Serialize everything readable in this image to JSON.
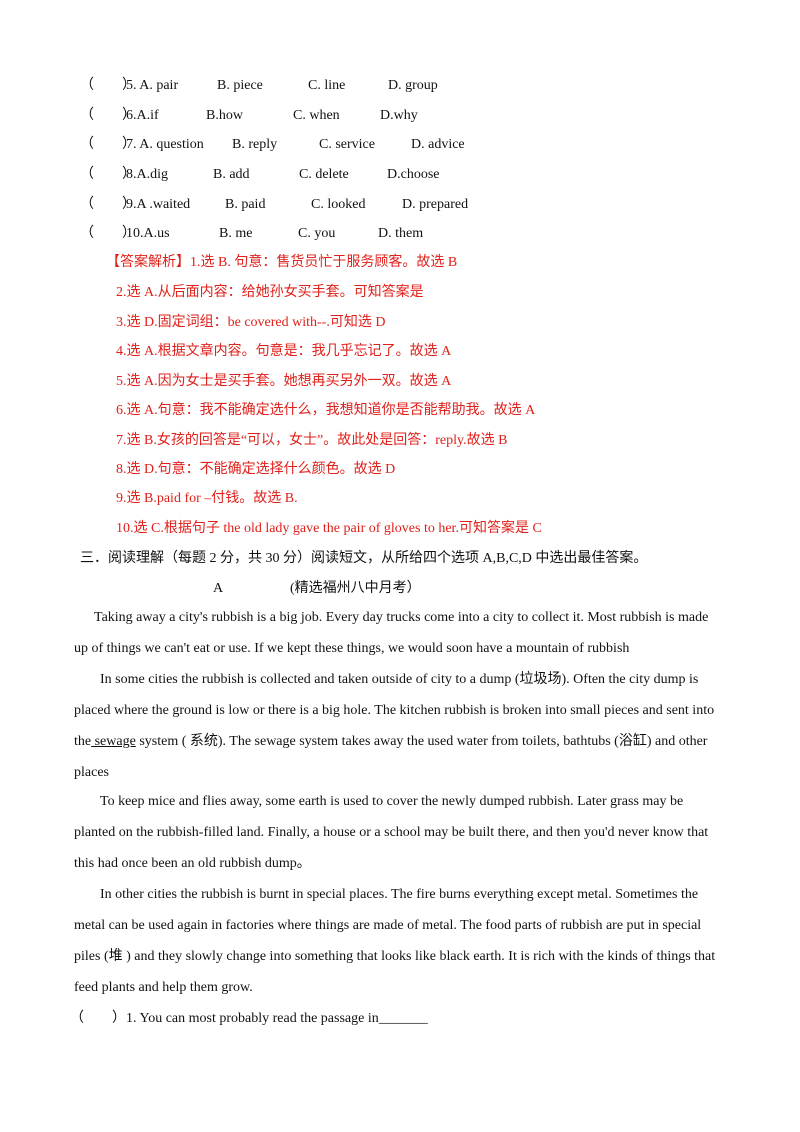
{
  "questions": [
    {
      "paren": "（　　）",
      "stem": "5. A. pair",
      "b": "B. piece",
      "c": "C. line",
      "d": "D. group"
    },
    {
      "paren": "（　　）",
      "stem": "6.A.if",
      "b": "B.how",
      "c": "C. when",
      "d": "D.why"
    },
    {
      "paren": "（　　）",
      "stem": "7. A. question",
      "b": "B. reply",
      "c": "C. service",
      "d": "D. advice"
    },
    {
      "paren": "（　　）",
      "stem": "8.A.dig",
      "b": "B. add",
      "c": "C. delete",
      "d": "D.choose"
    },
    {
      "paren": "（　　）",
      "stem": "9.A .waited",
      "b": "B. paid",
      "c": "C. looked",
      "d": "D. prepared"
    },
    {
      "paren": "（　　）",
      "stem": "10.A.us",
      "b": "B. me",
      "c": "C. you",
      "d": "D. them"
    }
  ],
  "answers": [
    "【答案解析】1.选 B. 句意：售货员忙于服务顾客。故选 B",
    "2.选 A.从后面内容：给她孙女买手套。可知答案是",
    "3.选 D.固定词组：be covered with--.可知选 D",
    "4.选 A.根据文章内容。句意是：我几乎忘记了。故选 A",
    "5.选 A.因为女士是买手套。她想再买另外一双。故选 A",
    "6.选 A.句意：我不能确定选什么，我想知道你是否能帮助我。故选 A",
    "7.选 B.女孩的回答是“可以，女士”。故此处是回答：reply.故选 B",
    "8.选 D.句意：不能确定选择什么颜色。故选 D",
    "9.选 B.paid for –付钱。故选 B.",
    "10.选 C.根据句子 the old lady gave the pair of gloves to her.可知答案是 C"
  ],
  "section": {
    "heading": "三．阅读理解（每题 2 分，共 30 分）阅读短文，从所给四个选项 A,B,C,D 中选出最佳答案。",
    "passage_letter": "A",
    "passage_source": "(精选福州八中月考）"
  },
  "passage": {
    "p1_l1": "Taking away a city's rubbish is a big job. Every day trucks come into a city to collect it. Most rubbish is made",
    "p1_l2": "up of things we can't eat or use. If we kept these things, we would soon have a mountain of rubbish",
    "p2_l1": "In some cities the rubbish is collected and taken outside of city to a dump (垃圾场). Often the city dump is",
    "p2_l2": "placed where the ground is low or there is a big hole. The kitchen rubbish is broken into small pieces and sent into",
    "p2_l3_pre": "the",
    "p2_l3_word": " sewage",
    "p2_l3_post": " system ( 系统). The sewage system takes away the used water from toilets, bathtubs (浴缸) and other",
    "p2_l4": "places",
    "p3_l1": "To keep mice and flies away, some earth is used to cover the newly dumped rubbish. Later grass may be",
    "p3_l2": "planted on the rubbish-filled land. Finally, a house or a school may be built there, and then you'd never know that",
    "p3_l3": "this had once been an old rubbish dump。",
    "p4_l1": "In other cities the rubbish is burnt in special places. The fire burns everything except metal. Sometimes the",
    "p4_l2": "metal can be used again in factories where things are made of metal. The food parts of rubbish are put in special",
    "p4_l3": "piles (堆 ) and they slowly change into something that looks like black earth. It is rich with the kinds of things that",
    "p4_l4": "feed plants and help them grow."
  },
  "question1": {
    "paren": "（　　）",
    "text": "1. You can most probably read the passage in_______"
  }
}
